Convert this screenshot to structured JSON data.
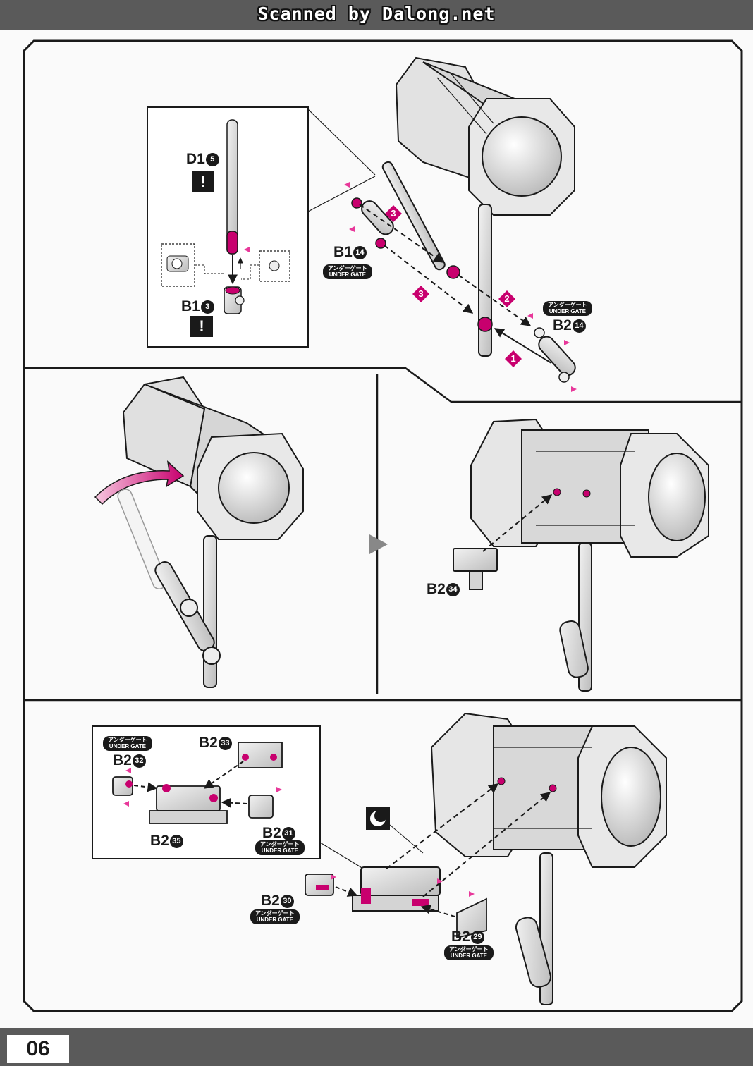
{
  "header": {
    "scan_credit": "Scanned by Dalong.net"
  },
  "footer": {
    "page_number": "06"
  },
  "colors": {
    "accent": "#c8006e",
    "ink": "#1a1a1a",
    "part_fill": "#dcdcdc",
    "bar": "#5a5a5a"
  },
  "icons": {
    "warning": "!",
    "step": "step-number-icon"
  },
  "gate_tag": {
    "jp": "アンダーゲート",
    "en": "UNDER GATE"
  },
  "panel1": {
    "detail": {
      "d1_part": "D1",
      "d1_num": "5",
      "b1_part": "B1",
      "b1_num": "3",
      "warning_1": "!",
      "warning_2": "!"
    },
    "b1_14_part": "B1",
    "b1_14_num": "14",
    "b2_14_part": "B2",
    "b2_14_num": "14",
    "steps": [
      "3",
      "3",
      "2",
      "1"
    ]
  },
  "panel2": {
    "b2_34_part": "B2",
    "b2_34_num": "34"
  },
  "panel3": {
    "detail": {
      "b2_33_part": "B2",
      "b2_33_num": "33",
      "b2_32_part": "B2",
      "b2_32_num": "32",
      "b2_31_part": "B2",
      "b2_31_num": "31",
      "b2_35_part": "B2",
      "b2_35_num": "35"
    },
    "b2_30_part": "B2",
    "b2_30_num": "30",
    "b2_29_part": "B2",
    "b2_29_num": "29"
  }
}
